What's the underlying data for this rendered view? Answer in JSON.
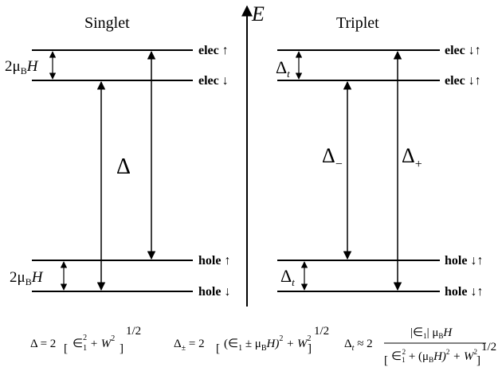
{
  "axis": {
    "label": "E"
  },
  "singlet": {
    "title": "Singlet",
    "levels": [
      "elec ↑",
      "elec ↓",
      "hole ↑",
      "hole ↓"
    ],
    "gap_label": "Δ",
    "zeeman_top": "2μ",
    "zeeman_sub": "B",
    "zeeman_h": "H",
    "zeeman_bot": "2μ"
  },
  "triplet": {
    "title": "Triplet",
    "levels": [
      "elec ↓↑",
      "elec ↓↑",
      "hole ↓↑",
      "hole ↓↑"
    ],
    "gap_minus": "Δ",
    "gap_minus_sub": "−",
    "gap_plus": "Δ",
    "gap_plus_sub": "+",
    "split_top": "Δ",
    "split_top_sub": "t",
    "split_bot": "Δ",
    "split_bot_sub": "t"
  },
  "equations": {
    "eq1": {
      "lhs": "Δ = 2",
      "body": "∈",
      "body_sub": "1",
      "body_sup": "2",
      "plus": " + W",
      "plus_sup": "2",
      "exp": "1/2"
    },
    "eq2": {
      "lhs": "Δ",
      "lhs_sub": "±",
      "eq": " = 2",
      "body": "(∈",
      "body_sub": "1",
      "pm": " ± μ",
      "pm_sub": "B",
      "h": "H)",
      "h_sup": "2",
      "plus": " + W",
      "plus_sup": "2",
      "exp": "1/2"
    },
    "eq3": {
      "lhs": "Δ",
      "lhs_sub": "t",
      "approx": " ≈ 2",
      "num": "|∈",
      "num_sub": "1",
      "num_rest": "| μ",
      "num_rest_sub": "B",
      "num_h": "H",
      "den": "∈",
      "den_sub": "1",
      "den_sup": "2",
      "den_rest": " + (μ",
      "den_rest_sub": "B",
      "den_h": "H)",
      "den_h_sup": "2",
      "den_w": " + W",
      "den_w_sup": "2",
      "exp": "1/2"
    }
  }
}
